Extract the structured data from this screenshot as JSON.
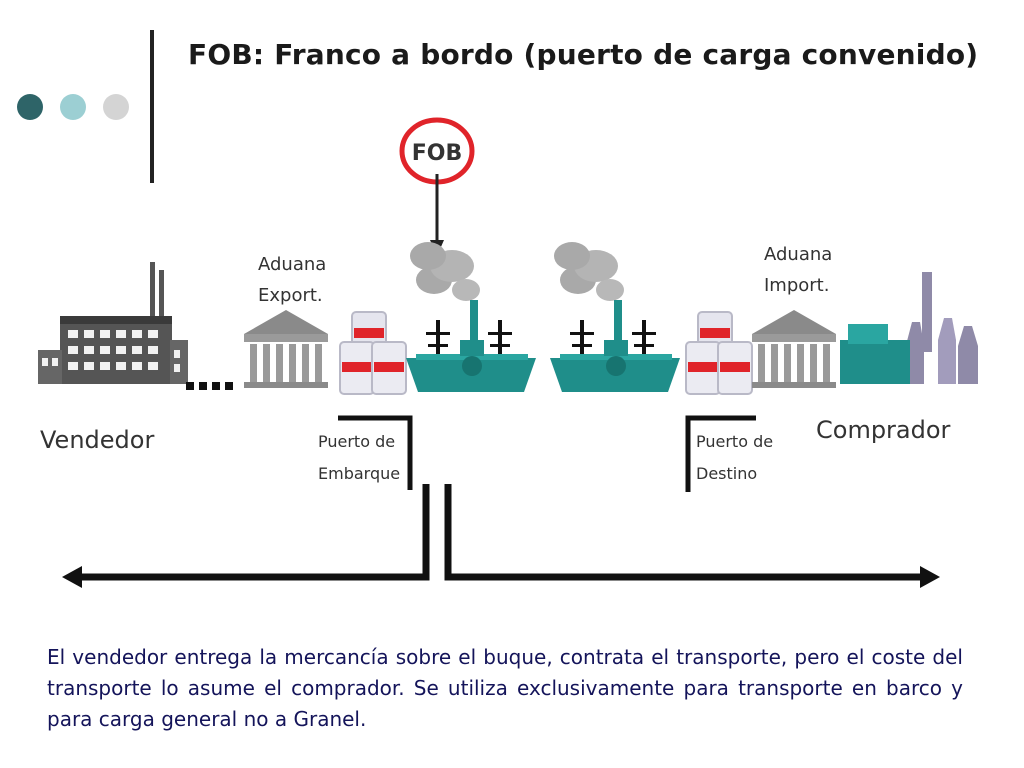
{
  "slide": {
    "title": "FOB: Franco a bordo (puerto de carga convenido)",
    "description": "El vendedor entrega la mercancía sobre el buque, contrata el transporte, pero el coste del transporte lo asume el comprador. Se utiliza exclusivamente para transporte en barco y para carga general no a Granel."
  },
  "decor": {
    "dots": [
      "#2e6468",
      "#9ccfd3",
      "#d4d4d4"
    ]
  },
  "diagram": {
    "fob_label": "FOB",
    "highlight_color": "#e0242a",
    "ship_color": "#1f8e8a",
    "smoke_color": "#a9a9a9",
    "seller_label": "Vendedor",
    "export_customs_line1": "Aduana",
    "export_customs_line2": "Export.",
    "import_customs_line1": "Aduana",
    "import_customs_line2": "Import.",
    "buyer_label": "Comprador",
    "origin_port_line1": "Puerto de",
    "origin_port_line2": "Embarque",
    "dest_port_line1": "Puerto de",
    "dest_port_line2": "Destino"
  }
}
